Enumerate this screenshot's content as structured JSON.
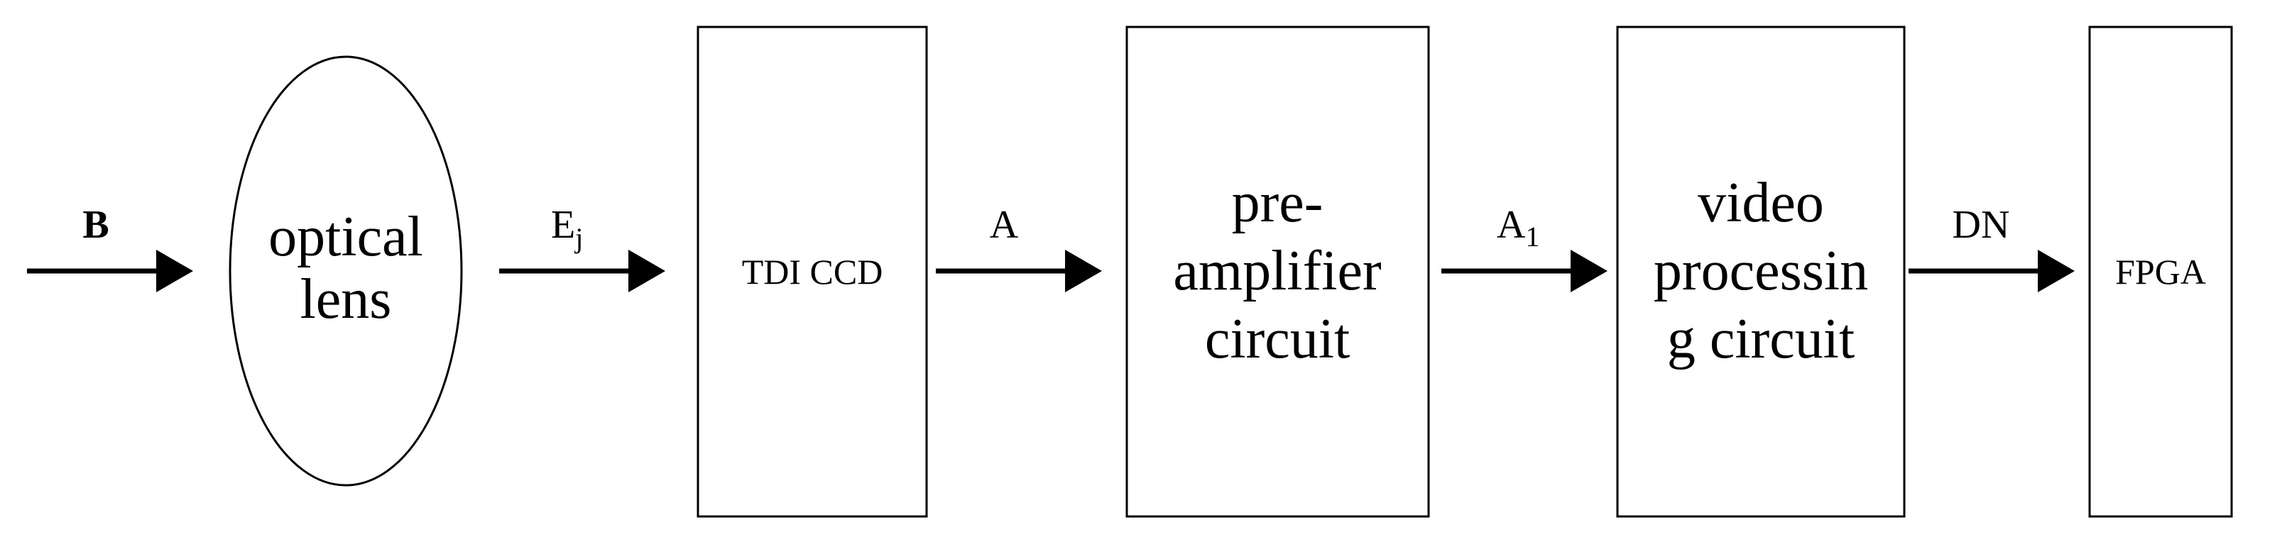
{
  "diagram": {
    "input_label": "B",
    "lens": {
      "line1": "optical",
      "line2": "lens"
    },
    "signal_e": {
      "base": "E",
      "sub": "j"
    },
    "tdi": "TDI CCD",
    "signal_a": "A",
    "preamp": {
      "line1": "pre-",
      "line2": "amplifier",
      "line3": "circuit"
    },
    "signal_a1": {
      "base": "A",
      "sub": "1"
    },
    "video": {
      "line1": "video",
      "line2": "processin",
      "line3": "g circuit"
    },
    "signal_dn": "DN",
    "fpga": "FPGA"
  }
}
